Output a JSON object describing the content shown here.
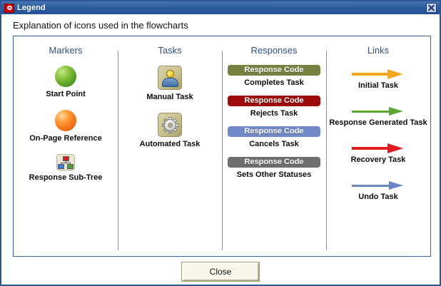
{
  "window": {
    "title": "Legend",
    "icon": "oracle-logo-icon",
    "close_icon": "close-icon",
    "subtitle": "Explanation of icons used in the flowcharts"
  },
  "columns": [
    {
      "key": "markers",
      "header": "Markers",
      "items": [
        {
          "label": "Start Point",
          "icon": "green-sphere-icon",
          "color": "#8dc63f"
        },
        {
          "label": "On-Page Reference",
          "icon": "orange-sphere-icon",
          "color": "#f26c14"
        },
        {
          "label": "Response Sub-Tree",
          "icon": "sub-tree-icon",
          "color": "#dd1b1b"
        }
      ]
    },
    {
      "key": "tasks",
      "header": "Tasks",
      "items": [
        {
          "label": "Manual Task",
          "icon": "person-icon",
          "color": "#c9c08d"
        },
        {
          "label": "Automated Task",
          "icon": "gear-icon",
          "color": "#c9c08d"
        }
      ]
    },
    {
      "key": "responses",
      "header": "Responses",
      "items": [
        {
          "pill": "Response Code",
          "label": "Completes Task",
          "icon": "response-code-pill",
          "color": "#78803f"
        },
        {
          "pill": "Response Code",
          "label": "Rejects Task",
          "icon": "response-code-pill",
          "color": "#9e0b0b"
        },
        {
          "pill": "Response Code",
          "label": "Cancels Task",
          "icon": "response-code-pill",
          "color": "#7289c9"
        },
        {
          "pill": "Response Code",
          "label": "Sets Other Statuses",
          "icon": "response-code-pill",
          "color": "#6e6e6e"
        }
      ]
    },
    {
      "key": "links",
      "header": "Links",
      "items": [
        {
          "label": "Initial Task",
          "icon": "orange-arrow-icon",
          "color": "#f5a623"
        },
        {
          "label": "Response Generated Task",
          "icon": "green-arrow-icon",
          "color": "#5aa832"
        },
        {
          "label": "Recovery Task",
          "icon": "red-arrow-icon",
          "color": "#e01b1b"
        },
        {
          "label": "Undo Task",
          "icon": "blue-arrow-icon",
          "color": "#6a86c4"
        }
      ]
    }
  ],
  "footer": {
    "close_label": "Close"
  }
}
